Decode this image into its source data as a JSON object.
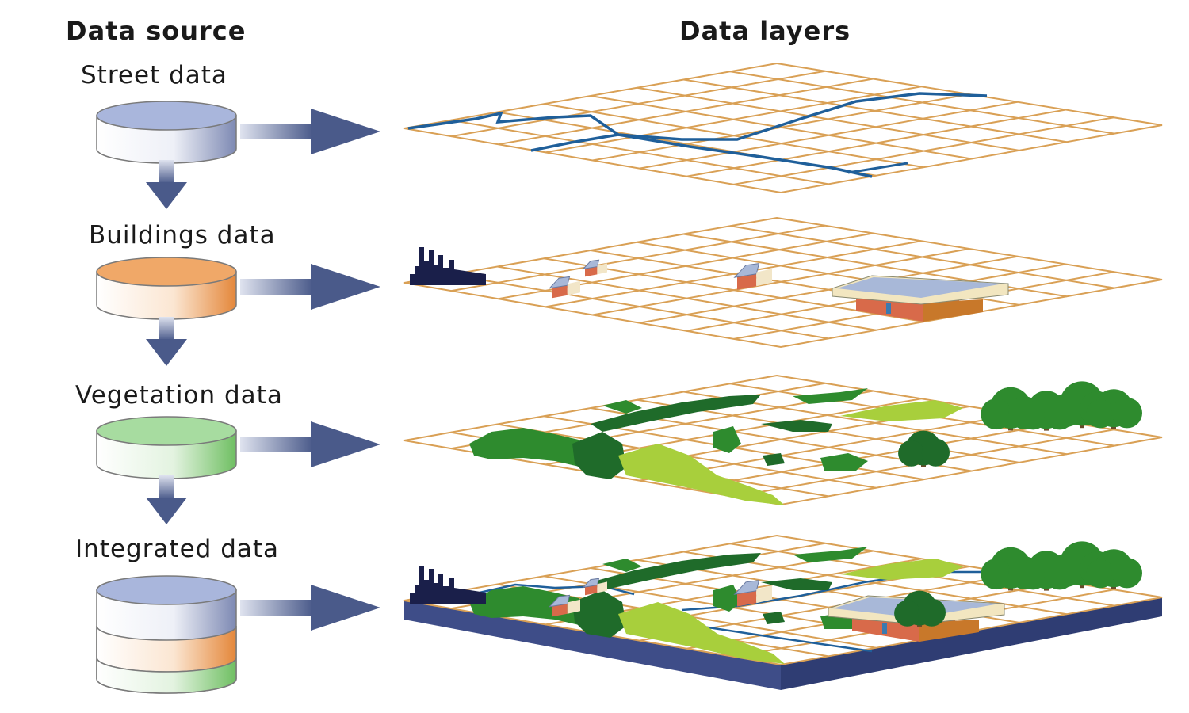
{
  "headers": {
    "source": "Data source",
    "layers": "Data layers"
  },
  "sources": [
    {
      "id": "street",
      "label": "Street data",
      "color": "#a9b6dc"
    },
    {
      "id": "buildings",
      "label": "Buildings data",
      "color": "#f0a868"
    },
    {
      "id": "vegetation",
      "label": "Vegetation data",
      "color": "#a7dca0"
    },
    {
      "id": "integrated",
      "label": "Integrated data",
      "colors": [
        "#a9b6dc",
        "#f0a868",
        "#a7dca0"
      ]
    }
  ],
  "colors": {
    "arrow": "#4a5a8a",
    "grid": "#d9a055",
    "street": "#1f5f9a",
    "base": "#3e4d88",
    "tree_dark": "#1f6b2a",
    "tree_mid": "#2e8b2e",
    "tree_light": "#a8cf3c",
    "skyline": "#1a1f4a",
    "roof": "#a8b8d8",
    "wall": "#d86a4a"
  }
}
